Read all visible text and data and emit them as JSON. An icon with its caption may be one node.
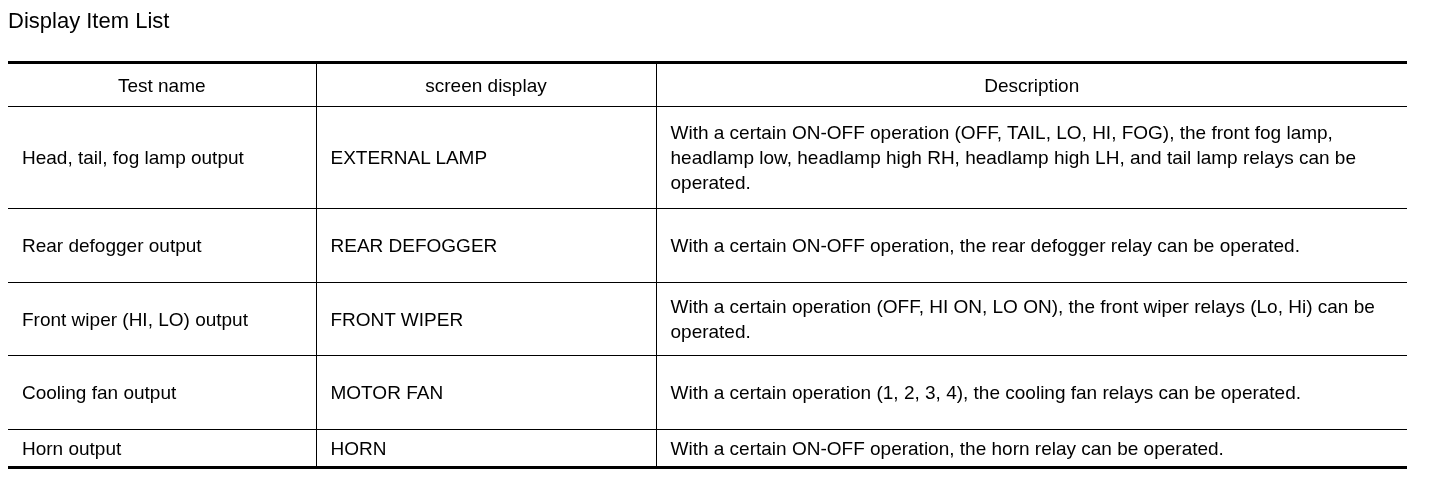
{
  "diagram": {
    "title": "Display Item List",
    "labels": [
      "Test name",
      "screen display",
      "Description",
      "Head, tail, fog lamp output",
      "EXTERNAL LAMP",
      "With a certain ON-OFF operation (OFF, TAIL, LO, HI, FOG), the front fog lamp, headlamp low, headlamp high RH, headlamp high LH, and tail lamp relays can be operated.",
      "Rear defogger output",
      "REAR DEFOGGER",
      "With a certain ON-OFF operation, the rear defogger relay can be operated.",
      "Front wiper (HI, LO) output",
      "FRONT WIPER",
      "With a certain operation (OFF, HI ON, LO ON), the front wiper relays (Lo, Hi) can be operated.",
      "Cooling fan output",
      "MOTOR FAN",
      "With a certain operation (1, 2, 3, 4), the cooling fan relays can be operated.",
      "Horn output",
      "HORN",
      "With a certain ON-OFF operation, the horn relay can be operated."
    ]
  }
}
